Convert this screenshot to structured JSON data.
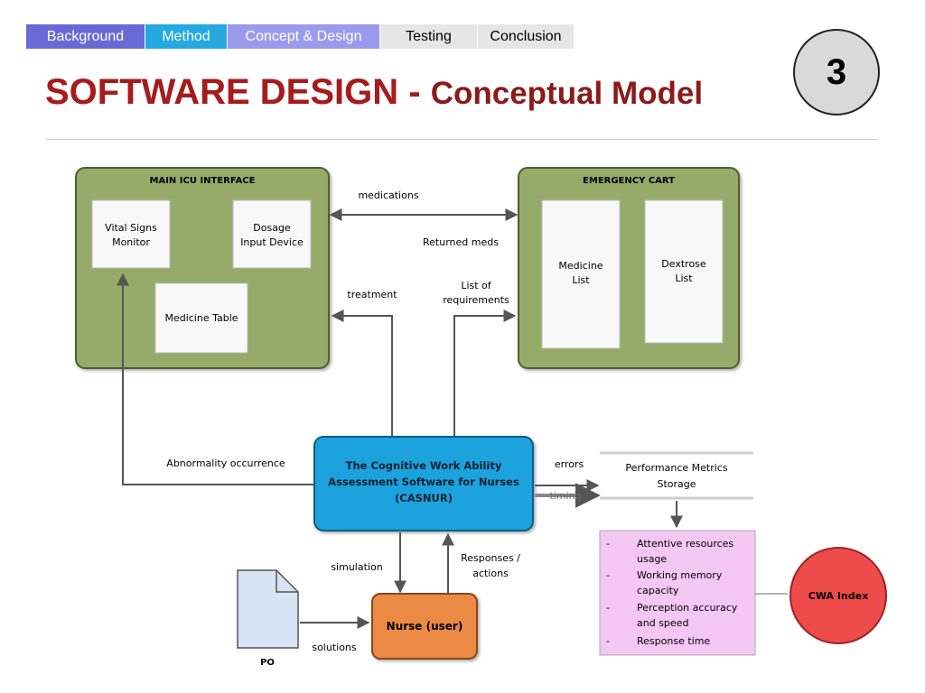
{
  "nav": {
    "tabs": [
      {
        "label": "Background",
        "bg": "#6a6ad6",
        "color": "#ffffff"
      },
      {
        "label": "Method",
        "bg": "#25a9e1",
        "color": "#ffffff"
      },
      {
        "label": "Concept & Design",
        "bg": "#9b9bee",
        "color": "#ffffff"
      },
      {
        "label": "Testing",
        "bg": "#e6e6e6",
        "color": "#000000"
      },
      {
        "label": "Conclusion",
        "bg": "#e6e6e6",
        "color": "#000000"
      }
    ]
  },
  "title": {
    "main": "SOFTWARE DESIGN - ",
    "sub": "Conceptual Model"
  },
  "slide_number": "3",
  "colors": {
    "title_red": "#a61b1b",
    "group_green": "#96ab6a",
    "casnur_blue": "#1ea2dc",
    "nurse_orange": "#ea8a45",
    "metrics_pink": "#f4c7f4",
    "cwa_red": "#ee4b4b",
    "file_blue": "#d6e4f3"
  },
  "diagram": {
    "main_icu": {
      "title": "MAIN ICU INTERFACE",
      "vital_signs": [
        "Vital Signs",
        "Monitor"
      ],
      "dosage": [
        "Dosage",
        "Input Device"
      ],
      "medicine_table": "Medicine Table"
    },
    "emergency_cart": {
      "title": "EMERGENCY CART",
      "medicine_list": [
        "Medicine",
        "List"
      ],
      "dextrose_list": [
        "Dextrose",
        "List"
      ]
    },
    "casnur": [
      "The Cognitive Work Ability",
      "Assessment Software for Nurses",
      "(CASNUR)"
    ],
    "nurse": "Nurse (user)",
    "file_label": "PO",
    "storage": [
      "Performance Metrics",
      "Storage"
    ],
    "metrics": [
      [
        "Attentive resources",
        "usage"
      ],
      [
        "Working memory",
        "capacity"
      ],
      [
        "Perception accuracy",
        "and speed"
      ],
      [
        "Response time"
      ]
    ],
    "metric_bullet": "-",
    "cwa": "CWA Index",
    "edges": {
      "medications": "medications",
      "returned_meds": "Returned meds",
      "treatment": "treatment",
      "requirements": [
        "List of",
        "requirements"
      ],
      "abnormality": "Abnormality occurrence",
      "errors": "errors",
      "timing": "timing",
      "simulation": "simulation",
      "responses": [
        "Responses /",
        "actions"
      ],
      "solutions": "solutions"
    }
  }
}
